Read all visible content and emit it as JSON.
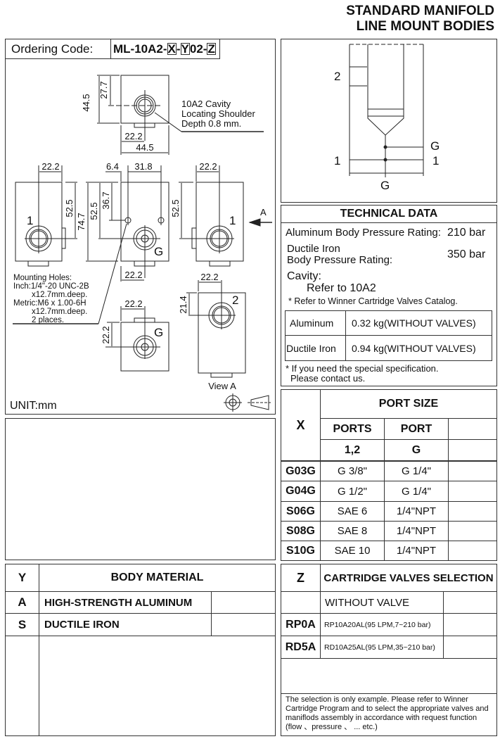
{
  "header": {
    "line1": "STANDARD MANIFOLD",
    "line2": "LINE MOUNT BODIES"
  },
  "ordering": {
    "label": "Ordering Code:",
    "prefix": "ML-10A2-",
    "x": "X",
    "dash1": "-",
    "y": "Y",
    "mid": " 02-",
    "z": "Z"
  },
  "drawing": {
    "top_dims": [
      "44.5",
      "27.7",
      "22.2",
      "44.5"
    ],
    "cavity_note": [
      "10A2 Cavity",
      "Locating Shoulder",
      "Depth 0.8 mm."
    ],
    "front_dims": [
      "22.2",
      "6.4",
      "31.8",
      "22.2",
      "52.5",
      "74.7",
      "52.5",
      "36.7",
      "52.5",
      "22.2"
    ],
    "port_labels": {
      "p1": "1",
      "g": "G",
      "p2": "2",
      "arrow": "A"
    },
    "mounting_note": [
      "Mounting Holes:",
      "Inch:1/4\"-20 UNC-2B",
      "x12.7mm.deep.",
      "Metric:M6 x 1.00-6H",
      "x12.7mm.deep.",
      "2 places."
    ],
    "bottom_dims": [
      "22.2",
      "22.2"
    ],
    "viewa_dims": [
      "22.2",
      "21.4"
    ],
    "view_a": "View A",
    "unit": "UNIT:mm"
  },
  "schematic": {
    "port2": "2",
    "port1_left": "1",
    "port1_right": "1",
    "g_right": "G",
    "g_bottom": "G"
  },
  "technical": {
    "title": "TECHNICAL DATA",
    "al_rating_label": "Aluminum Body Pressure Rating:",
    "al_rating_value": "210 bar",
    "di_rating_label1": "Ductile Iron",
    "di_rating_label2": "Body Pressure Rating:",
    "di_rating_value": "350 bar",
    "cavity_label": "Cavity:",
    "cavity_value": "Refer to 10A2",
    "catalog_note": "* Refer to Winner Cartridge Valves Catalog.",
    "weights": [
      {
        "material": "Aluminum",
        "weight": "0.32  kg(WITHOUT VALVES)"
      },
      {
        "material": "Ductile Iron",
        "weight": "0.94  kg(WITHOUT VALVES)"
      }
    ],
    "special_note1": "* If you need the special specification.",
    "special_note2": "Please contact us."
  },
  "port_size": {
    "x_header": "X",
    "title": "PORT SIZE",
    "col1": "PORTS",
    "col2": "PORT",
    "sub1": "1,2",
    "sub2": "G",
    "rows": [
      {
        "code": "G03G",
        "ports": "G 3/8\"",
        "g": "G 1/4\""
      },
      {
        "code": "G04G",
        "ports": "G 1/2\"",
        "g": "G 1/4\""
      },
      {
        "code": "S06G",
        "ports": "SAE 6",
        "g": "1/4\"NPT"
      },
      {
        "code": "S08G",
        "ports": "SAE 8",
        "g": "1/4\"NPT"
      },
      {
        "code": "S10G",
        "ports": "SAE 10",
        "g": "1/4\"NPT"
      }
    ]
  },
  "body_material": {
    "y_header": "Y",
    "title": "BODY MATERIAL",
    "rows": [
      {
        "code": "A",
        "name": "HIGH-STRENGTH ALUMINUM"
      },
      {
        "code": "S",
        "name": "DUCTILE IRON"
      }
    ]
  },
  "cartridge": {
    "z_header": "Z",
    "title": "CARTRIDGE VALVES SELECTION",
    "without": "WITHOUT VALVE",
    "rows": [
      {
        "code": "RP0A",
        "desc": "RP10A20AL(95 LPM,7~210 bar)"
      },
      {
        "code": "RD5A",
        "desc": "RD10A25AL(95 LPM,35~210 bar)"
      }
    ],
    "note": "The selection is only example. Please refer to Winner Cartridge Program and to select the appropriate valves and maniflods assembly in accordance with request function (flow 、pressure 、 ... etc.)"
  }
}
